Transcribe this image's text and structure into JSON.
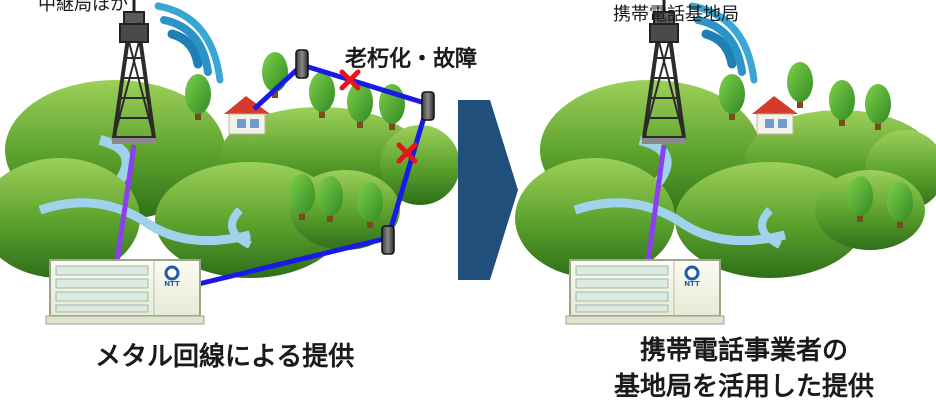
{
  "labels": {
    "top_left_partial": "中継局ほか",
    "top_right": "携帯電話基地局",
    "fault": "老朽化・故障",
    "caption_left": "メタル回線による提供",
    "caption_right_line1": "携帯電話事業者の",
    "caption_right_line2": "基地局を活用した提供",
    "device_brand": "NTT"
  },
  "colors": {
    "metal_line": "#1a1ae6",
    "radio_link": "#8a3ff0",
    "fault_mark": "#e8141c",
    "arrow": "#1f4f7a",
    "hill": "#5aa02c",
    "river": "#9fd3ec"
  }
}
